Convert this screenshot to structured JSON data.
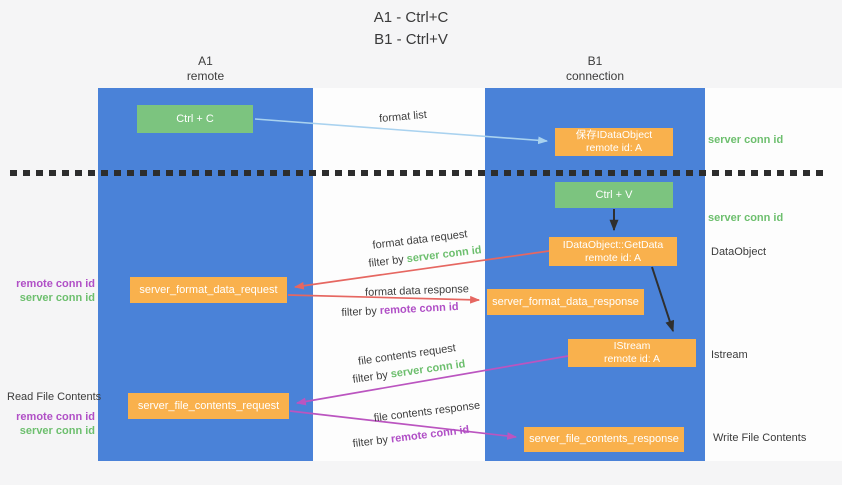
{
  "title": {
    "line1": "A1 - Ctrl+C",
    "line2": "B1 - Ctrl+V"
  },
  "lifelines": {
    "a": {
      "name": "A1",
      "role": "remote"
    },
    "b": {
      "name": "B1",
      "role": "connection"
    }
  },
  "nodes": {
    "ctrl_c": {
      "label": "Ctrl + C"
    },
    "ctrl_v": {
      "label": "Ctrl + V"
    },
    "save_dataobject": {
      "title": "保存IDataObject",
      "subtitle": "remote id: A"
    },
    "getdata": {
      "title": "IDataObject::GetData",
      "subtitle": "remote id: A"
    },
    "istream": {
      "title": "IStream",
      "subtitle": "remote id: A"
    },
    "format_request": {
      "label": "server_format_data_request"
    },
    "format_response": {
      "label": "server_format_data_response"
    },
    "file_request": {
      "label": "server_file_contents_request"
    },
    "file_response": {
      "label": "server_file_contents_response"
    }
  },
  "flow_labels": {
    "format_list": "format list",
    "format_data_request": "format data request",
    "format_data_response": "format data response",
    "file_contents_request": "file contents request",
    "file_contents_response": "file contents response",
    "filter_by": "filter by",
    "server_conn_id": "server conn id",
    "remote_conn_id": "remote conn id"
  },
  "annotations": {
    "right_server_conn_id_1": "server conn id",
    "right_server_conn_id_2": "server conn id",
    "dataobject": "DataObject",
    "istream": "Istream",
    "write_file_contents": "Write File Contents",
    "read_file_contents": "Read File Contents",
    "left_remote_conn_id_1": "remote conn id",
    "left_server_conn_id_1": "server conn id",
    "left_remote_conn_id_2": "remote conn id",
    "left_server_conn_id_2": "server conn id"
  },
  "colors": {
    "lifeline_blue": "#4a82d8",
    "node_green": "#7cc47f",
    "node_orange": "#f9b14d",
    "conn_green": "#6dbf6e",
    "conn_purple": "#b04fc6",
    "arrow_red": "#e66761",
    "arrow_magenta": "#bb55c0",
    "arrow_blue": "#a9d2ef",
    "arrow_black": "#2f2f2f",
    "divider_black": "#2d2d2d"
  }
}
